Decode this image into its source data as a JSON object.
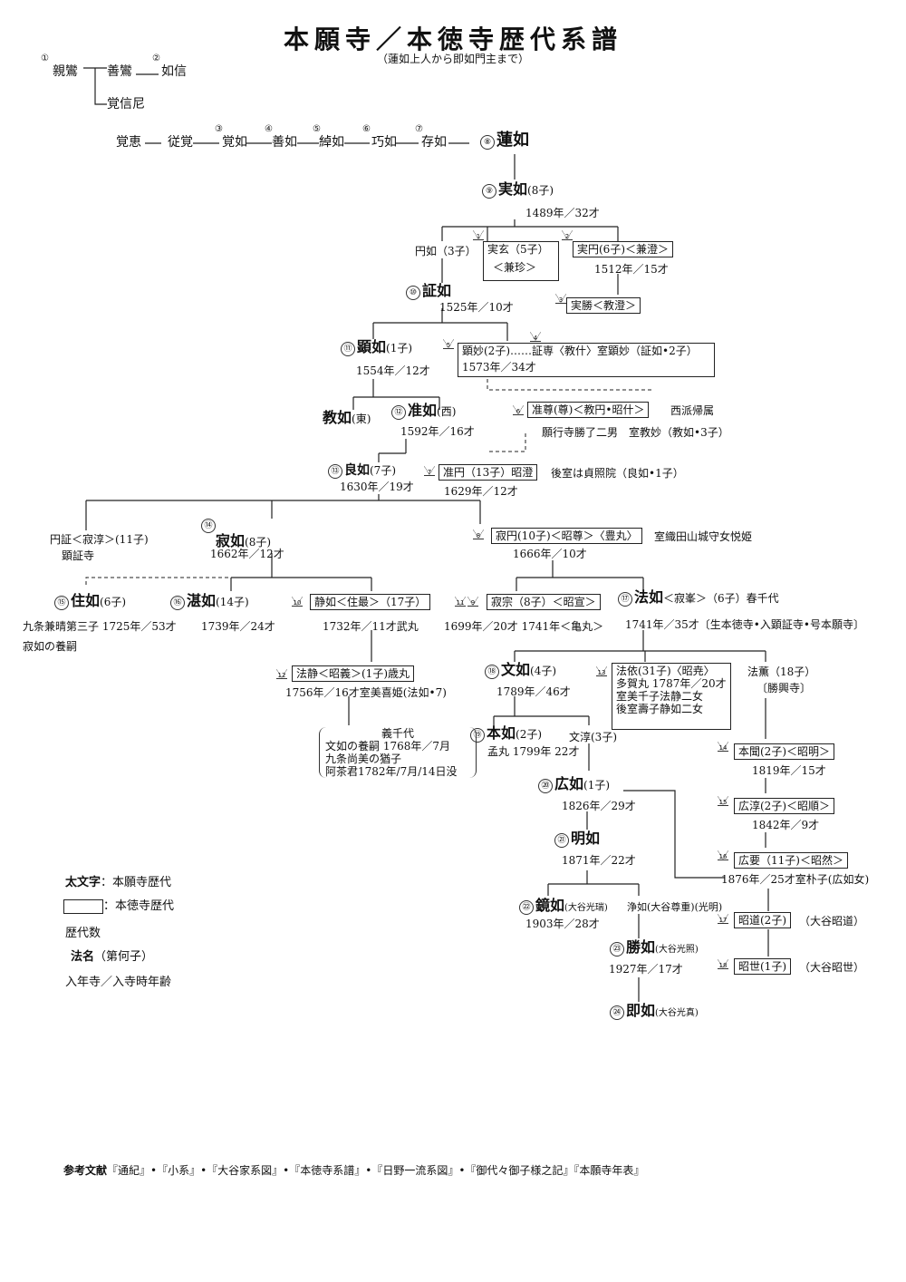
{
  "title": "本願寺／本徳寺歴代系譜",
  "subtitle": "（蓮如上人から即如門主まで）",
  "nodes": [
    {
      "id": "shinran",
      "num": "①",
      "text": "親鸞"
    },
    {
      "id": "zenran",
      "text": "善鸞"
    },
    {
      "id": "nyoshin",
      "num": "②",
      "text": "如信"
    },
    {
      "id": "kakushinni",
      "text": "覚信尼"
    },
    {
      "id": "kakue",
      "text": "覚恵"
    },
    {
      "id": "jukaku",
      "text": "従覚"
    },
    {
      "id": "kakunyo",
      "num": "③",
      "text": "覚如"
    },
    {
      "id": "zennyo",
      "num": "④",
      "text": "善如"
    },
    {
      "id": "shakunyo",
      "num": "⑤",
      "text": "綽如"
    },
    {
      "id": "gyonyo",
      "num": "⑥",
      "text": "巧如"
    },
    {
      "id": "zonnyo",
      "num": "⑦",
      "text": "存如"
    },
    {
      "id": "rennyo",
      "num": "⑧",
      "text": "蓮如",
      "bold": true
    },
    {
      "id": "jitsunyo",
      "num": "⑨",
      "text": "実如",
      "bold": true,
      "note": "(8子)",
      "sub": "1489年／32才"
    },
    {
      "id": "ennyo",
      "text": "円如（3子）"
    },
    {
      "id": "jitsugen",
      "tri": "1",
      "text": "実玄（5子）",
      "sub": "＜兼珍＞",
      "box": true
    },
    {
      "id": "jitsuen",
      "tri": "2",
      "text": "実円(6子)＜兼澄＞",
      "sub": "1512年／15才",
      "box": true
    },
    {
      "id": "shonyo",
      "num": "⑩",
      "text": "証如",
      "bold": true,
      "sub": "1525年／10才"
    },
    {
      "id": "jissho",
      "tri": "3",
      "text": "実勝＜教澄＞",
      "box": true
    },
    {
      "id": "kennyo",
      "num": "⑪",
      "text": "顕如",
      "bold": true,
      "note": "(1子)",
      "sub": "1554年／12才"
    },
    {
      "id": "kenmyo",
      "tri": "4",
      "tri2": "5",
      "text": "顕妙(2子)……証専〈教什〉室顕妙（証如•2子）",
      "sub": "1573年／34才",
      "box": true
    },
    {
      "id": "kyonyo",
      "text": "教如",
      "bold": true,
      "note": "(東)"
    },
    {
      "id": "junnyo",
      "num": "⑫",
      "text": "准如",
      "bold": true,
      "note": "(西)",
      "sub": "1592年／16才"
    },
    {
      "id": "junson",
      "tri": "6",
      "text": "准尊(尊)＜教円•昭什＞",
      "box": true,
      "after": "西派帰属",
      "sub": "願行寺勝了二男　室教妙（教如•3子）"
    },
    {
      "id": "ryonyo",
      "num": "⑬",
      "text": "良如",
      "bold": true,
      "note": "(7子)",
      "sub": "1630年／19才"
    },
    {
      "id": "junen",
      "tri": "7",
      "text": "准円（13子）昭澄",
      "box": true,
      "after": "後室は貞照院（良如•1子）",
      "sub": "1629年／12才"
    },
    {
      "id": "ensho",
      "text": "円証＜寂淳＞(11子)",
      "sub": "顕証寺"
    },
    {
      "id": "jakunyo",
      "num": "⑭",
      "text": "寂如",
      "bold": true,
      "note": "(8子)",
      "sub": "1662年／12才"
    },
    {
      "id": "jakuen",
      "tri": "8",
      "text": "寂円(10子)＜昭尊＞〈豊丸〉",
      "box": true,
      "after": "室織田山城守女悦姫",
      "sub": "1666年／10才"
    },
    {
      "id": "junyo",
      "num": "⑮",
      "text": "住如",
      "bold": true,
      "note": "(6子)",
      "sub": "九条兼晴第三子 1725年／53才",
      "sub2": "寂如の養嗣"
    },
    {
      "id": "tannyo",
      "num": "⑯",
      "text": "湛如",
      "bold": true,
      "note": "(14子)",
      "sub": "1739年／24才"
    },
    {
      "id": "jonyo",
      "tri": "10",
      "text": "静如＜住最＞（17子）",
      "box": true,
      "sub": "1732年／11才武丸"
    },
    {
      "id": "jakushu",
      "tri": "11",
      "tri2": "9",
      "text": "寂宗（8子）＜昭宣＞",
      "box": true,
      "sub": "1699年／20才 1741年＜亀丸＞"
    },
    {
      "id": "honyo",
      "num": "⑰",
      "text": "法如",
      "bold": true,
      "note": "＜寂峯＞（6子）春千代",
      "sub": "1741年／35才〔生本徳寺•入顕証寺•号本願寺〕"
    },
    {
      "id": "hojo",
      "tri": "12",
      "text": "法静＜昭義＞(1子)歳丸",
      "box": true,
      "sub": "1756年／16才室美喜姫(法如•7)"
    },
    {
      "id": "gichiyo",
      "lines": [
        "義千代",
        "文如の養嗣 1768年／7月",
        "九条尚美の猶子",
        "阿茶君1782年/7月/14日没"
      ]
    },
    {
      "id": "monnyo",
      "num": "⑱",
      "text": "文如",
      "bold": true,
      "note": "(4子)",
      "sub": "1789年／46才"
    },
    {
      "id": "hoe",
      "tri": "13",
      "text": "法依(31子)〈昭尭〉",
      "box": true,
      "lines": [
        "多賀丸 1787年／20才",
        "室美千子法静二女",
        "後室壽子静如二女"
      ]
    },
    {
      "id": "hokun",
      "text": "法薫（18子）",
      "sub": "〔勝興寺〕"
    },
    {
      "id": "honnyo",
      "num": "⑲",
      "text": "本如",
      "bold": true,
      "note": "(2子)",
      "sub": "孟丸 1799年 22才"
    },
    {
      "id": "monjun",
      "text": "文淳(3子)"
    },
    {
      "id": "honkan",
      "tri": "14",
      "text": "本聞(2子)＜昭明＞",
      "box": true,
      "sub": "1819年／15才"
    },
    {
      "id": "konyo",
      "num": "⑳",
      "text": "広如",
      "bold": true,
      "note": "(1子)",
      "sub": "1826年／29才"
    },
    {
      "id": "kojun",
      "tri": "15",
      "text": "広淳(2子)＜昭順＞",
      "box": true,
      "sub": "1842年／9才"
    },
    {
      "id": "myonyo",
      "num": "㉑",
      "text": "明如",
      "bold": true,
      "sub": "1871年／22才"
    },
    {
      "id": "koyo",
      "tri": "16",
      "text": "広要（11子)＜昭然＞",
      "box": true,
      "sub": "1876年／25才室朴子(広如女)"
    },
    {
      "id": "kyonyo2",
      "num": "㉒",
      "text": "鏡如",
      "bold": true,
      "note": "(大谷光瑞)",
      "sub": "1903年／28才"
    },
    {
      "id": "jonyo2",
      "text": "浄如(大谷尊重)(光明)"
    },
    {
      "id": "shodo",
      "tri": "17",
      "text": "昭道(2子)",
      "box": true,
      "after": "（大谷昭道）"
    },
    {
      "id": "shonyo2",
      "num": "㉓",
      "text": "勝如",
      "bold": true,
      "note": "(大谷光照)",
      "sub": "1927年／17才"
    },
    {
      "id": "shose",
      "tri": "18",
      "text": "昭世(1子)",
      "box": true,
      "after": "（大谷昭世）"
    },
    {
      "id": "sokunyo",
      "num": "㉔",
      "text": "即如",
      "bold": true,
      "note": "(大谷光真)"
    }
  ],
  "legend": {
    "bold_label": "太文字",
    "bold_text": "：本願寺歴代",
    "box_text": "：本徳寺歴代",
    "number_text": "歴代数",
    "name_label": "法名",
    "name_text": "（第何子）",
    "year_text": "入年寺／入寺時年齢"
  },
  "references": {
    "label": "参考文献",
    "text": "『通紀』•『小系』•『大谷家系図』•『本徳寺系譜』•『日野一流系図』•『御代々御子様之記』『本願寺年表』"
  }
}
